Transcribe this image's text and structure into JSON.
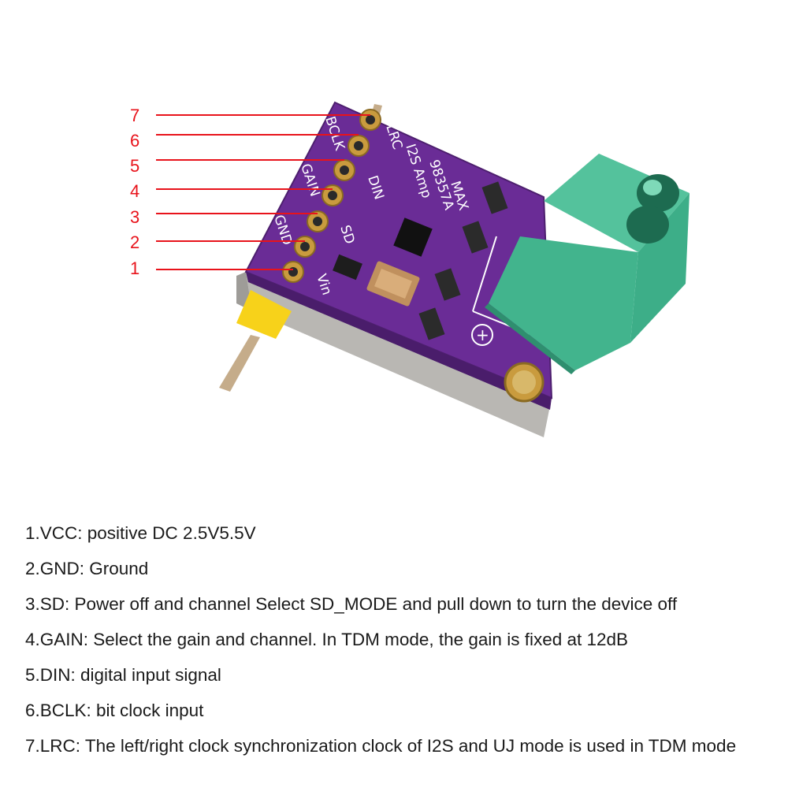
{
  "callouts": [
    "7",
    "6",
    "5",
    "4",
    "3",
    "2",
    "1"
  ],
  "board_silkscreen": {
    "chip_name": "MAX",
    "chip_number": "98357A",
    "board_title": "I2S Amp",
    "pin_labels_left": [
      "BCLK",
      "GAIN",
      "GND"
    ],
    "pin_labels_right": [
      "LRC",
      "DIN",
      "SD",
      "Vin"
    ],
    "polarity_mark": "+"
  },
  "descriptions": [
    "1.VCC: positive DC 2.5V5.5V",
    "2.GND: Ground",
    "3.SD: Power off and channel Select SD_MODE and pull down to turn the device off",
    "4.GAIN: Select the gain and channel. In TDM mode, the gain is fixed at 12dB",
    "5.DIN: digital input signal",
    "6.BCLK: bit clock input",
    "7.LRC: The left/right clock synchronization clock of I2S and UJ mode is used in TDM mode"
  ],
  "colors": {
    "callout": "#e8131b",
    "pcb": "#6a2c96",
    "terminal_block": "#3dae88",
    "text": "#1a1a1a"
  }
}
